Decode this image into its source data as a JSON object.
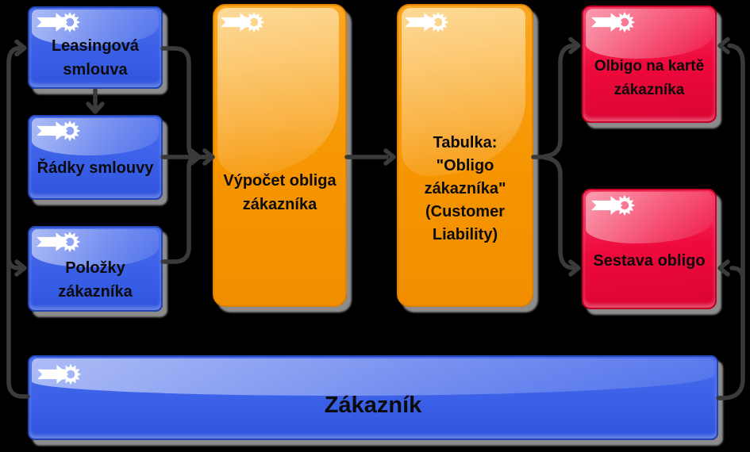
{
  "diagram": {
    "title": "Customer liability (obligo) calculation flow",
    "background_color": "#000000",
    "arrow_color": "#3a3a3a",
    "node_colors": {
      "input_blue": "#3a60e8",
      "process_orange": "#f69500",
      "output_red": "#ee0a3c"
    },
    "icon": "process-arrow-gear",
    "nodes": {
      "leasingova_smlouva": {
        "label": "Leasingová\nsmlouva",
        "color": "#3a60e8"
      },
      "radky_smlouvy": {
        "label": "Řádky smlouvy",
        "color": "#3a60e8"
      },
      "polozky_zakaznika": {
        "label": "Položky\nzákazníka",
        "color": "#3a60e8"
      },
      "vypocet_obliga": {
        "label": "Výpočet obliga\nzákazníka",
        "color": "#f69500"
      },
      "tabulka_obligo": {
        "label": "Tabulka:\n\"Obligo\nzákazníka\"\n(Customer\nLiability)",
        "color": "#f69500"
      },
      "obligo_na_karte": {
        "label": "Olbigo na kartě\nzákazníka",
        "color": "#ee0a3c"
      },
      "sestava_obligo": {
        "label": "Sestava obligo",
        "color": "#ee0a3c"
      },
      "zakaznik": {
        "label": "Zákazník",
        "color": "#3a60e8"
      }
    }
  }
}
